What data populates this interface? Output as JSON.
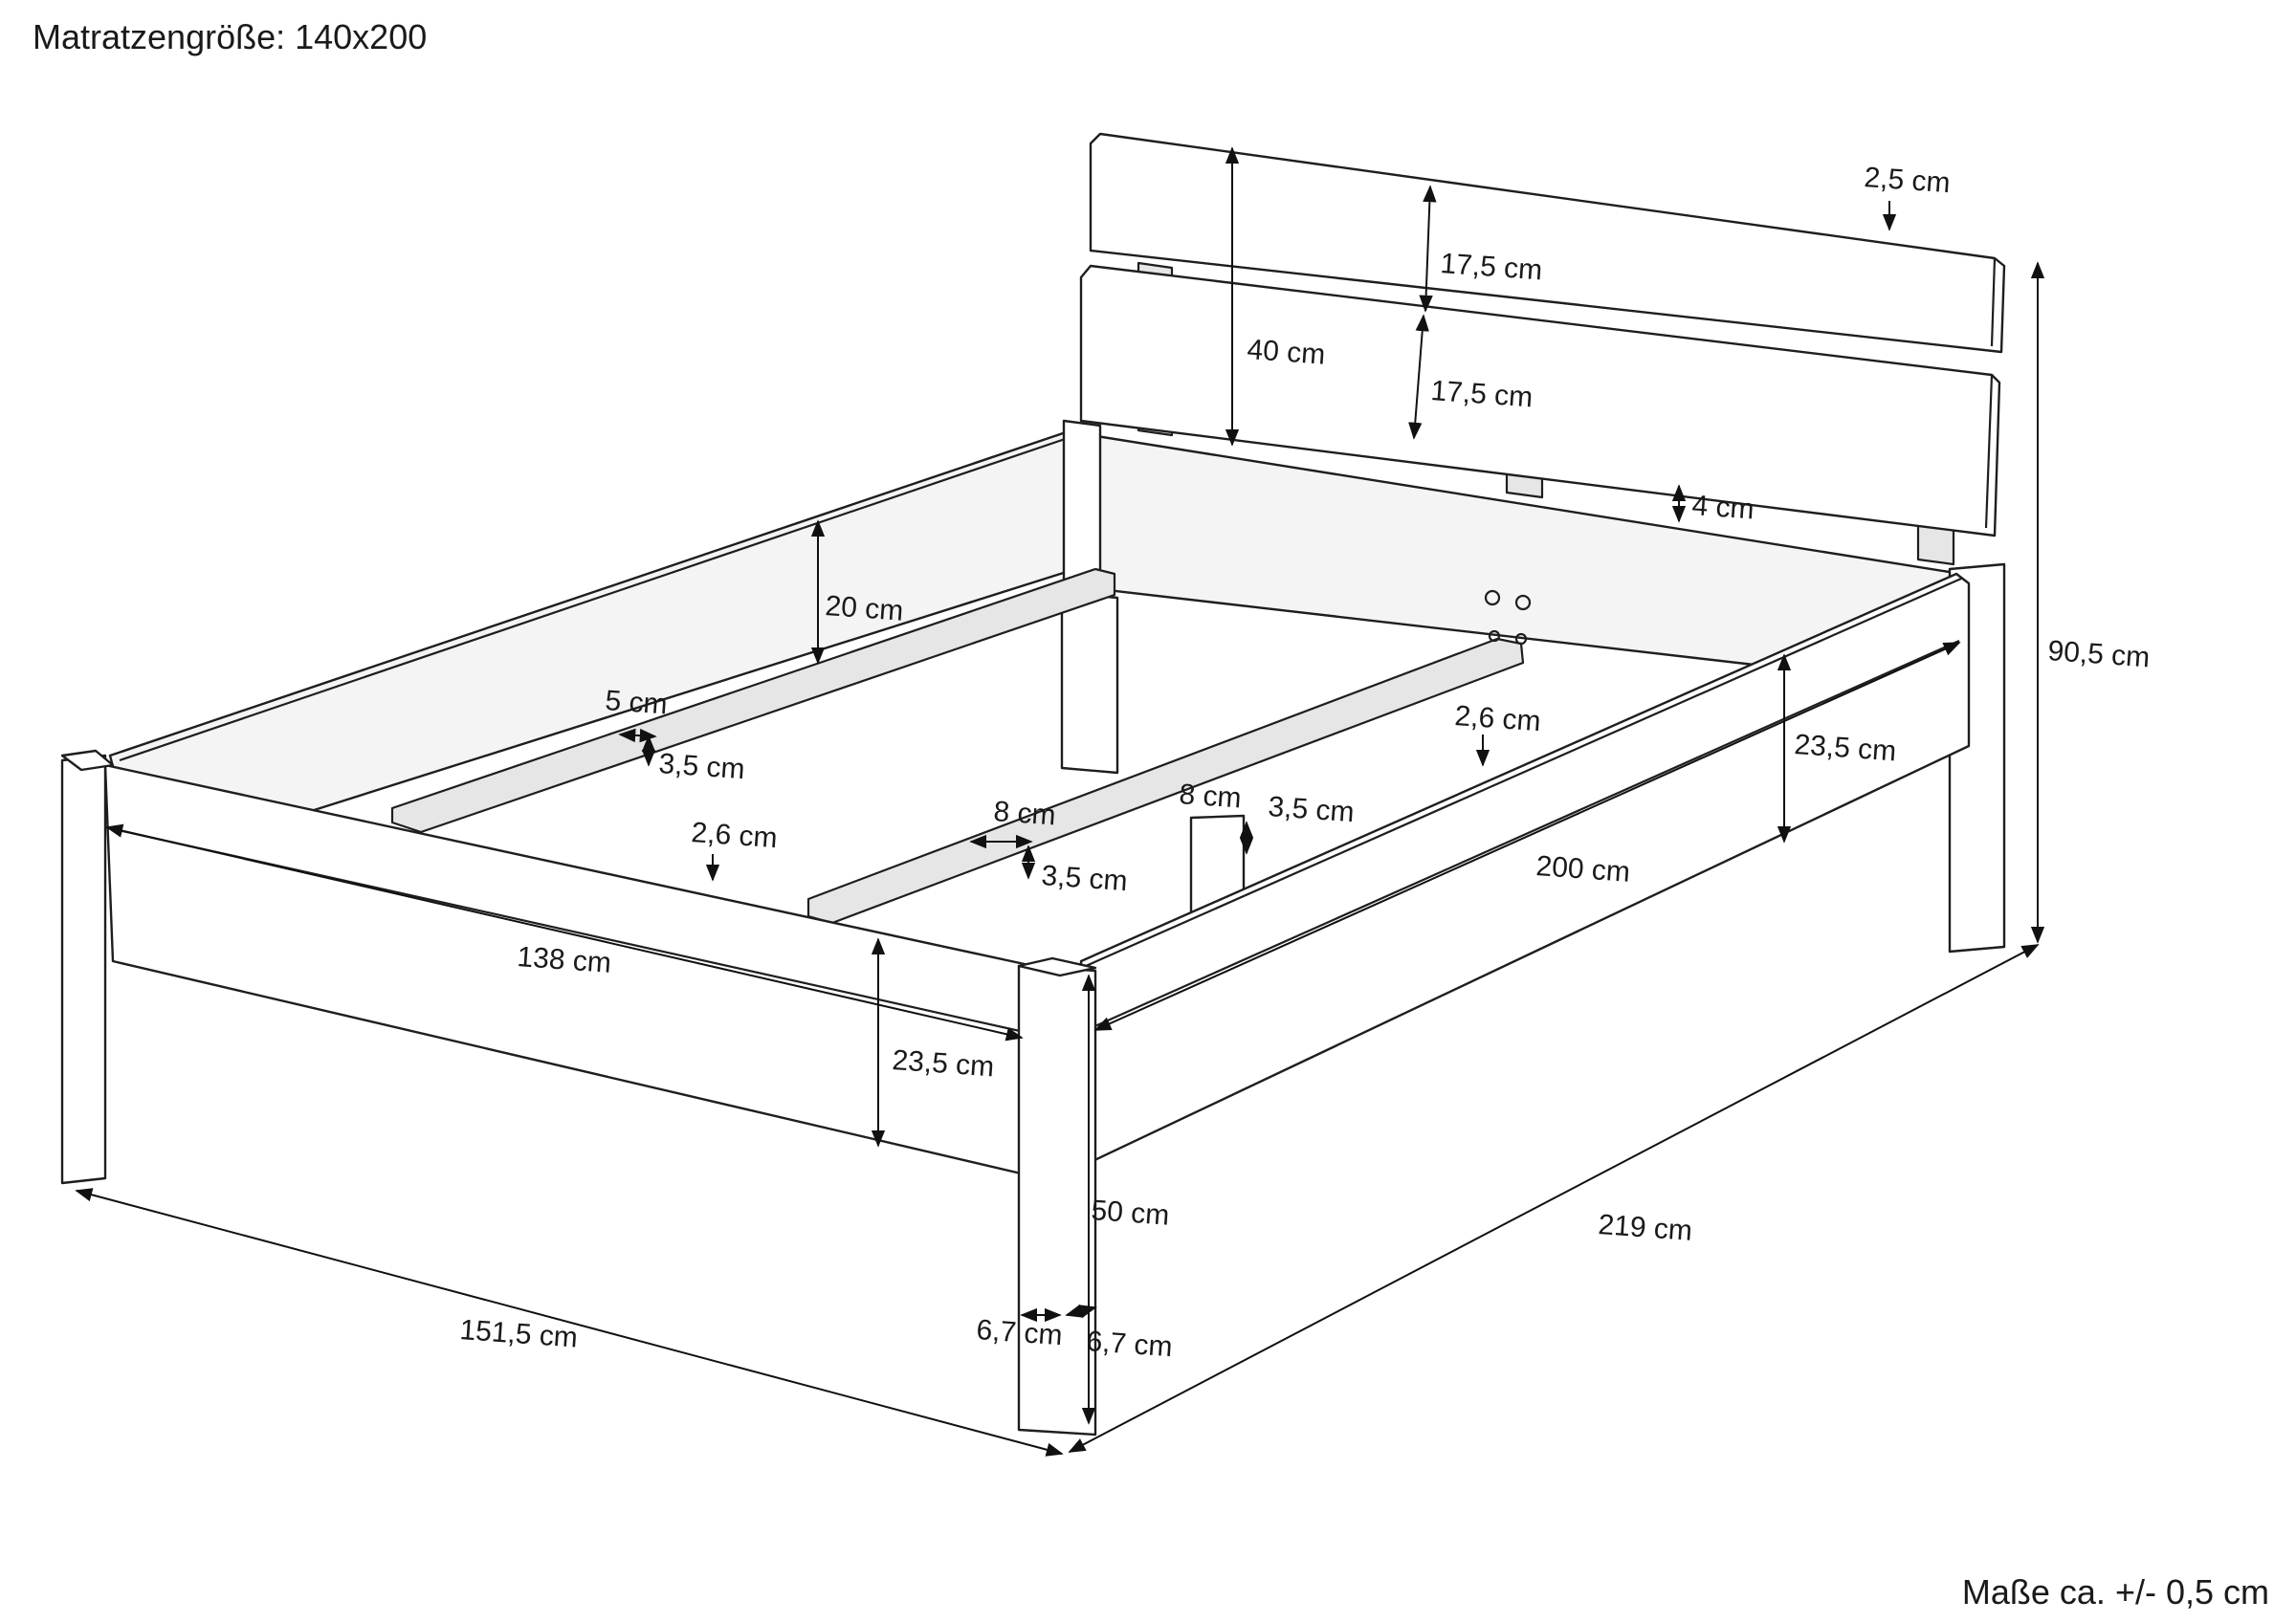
{
  "header": {
    "mattress_size": "Matratzengröße: 140x200"
  },
  "footer": {
    "tolerance_note": "Maße ca. +/- 0,5 cm"
  },
  "dimensions": {
    "headboard_board_thickness": "2,5 cm",
    "headboard_board_top_height": "17,5 cm",
    "headboard_board_bottom_height": "17,5 cm",
    "headboard_total_height": "40 cm",
    "headboard_gap": "4 cm",
    "total_height": "90,5 cm",
    "side_panel_height": "20 cm",
    "ledge_width": "5 cm",
    "ledge_height": "3,5 cm",
    "center_beam_thickness": "2,6 cm",
    "slat_support_thickness": "2,6 cm",
    "center_beam_width": "8 cm",
    "center_beam_height": "3,5 cm",
    "center_leg_width": "8 cm",
    "center_leg_height": "3,5 cm",
    "footboard_inner_width": "138 cm",
    "footboard_height": "23,5 cm",
    "side_rail_height": "23,5 cm",
    "inner_length": "200 cm",
    "leg_height": "50 cm",
    "leg_width_a": "6,7 cm",
    "leg_width_b": "6,7 cm",
    "outer_width": "151,5 cm",
    "outer_length": "219 cm"
  }
}
